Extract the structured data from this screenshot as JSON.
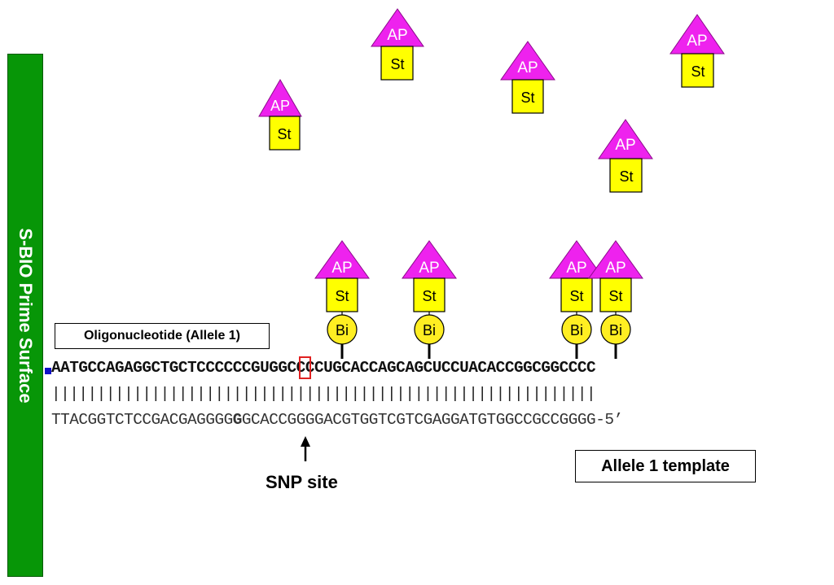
{
  "surface": {
    "label": "S-BIO Prime Surface",
    "color": "#079607"
  },
  "oligo_label": "Oligonucleotide (Allele 1)",
  "template_label": "Allele 1 template",
  "snp_label": "SNP site",
  "sequences": {
    "top": "AATGCCAGAGGCTGCTCCCCCCGUGGCCCCUGCACCAGCAGCUCCUACACCGGCGGCCCC",
    "pairs": "||||||||||||||||||||||||||||||||||||||||||||||||||||||||||||",
    "bottom_before": "TTACGGTCTCCGACGAGGGG",
    "bottom_snp": "G",
    "bottom_after": "GCACCGGGGACGTGGTCGTCGAGGATGTGGCCGCCGGGG-5’"
  },
  "labels": {
    "ap": "AP",
    "st": "St",
    "bi": "Bi"
  },
  "colors": {
    "ap": "#ee22ee",
    "st": "#ffff00",
    "bi": "#ffee22",
    "snp_box": "#e02020",
    "anchor": "#1010c8"
  }
}
